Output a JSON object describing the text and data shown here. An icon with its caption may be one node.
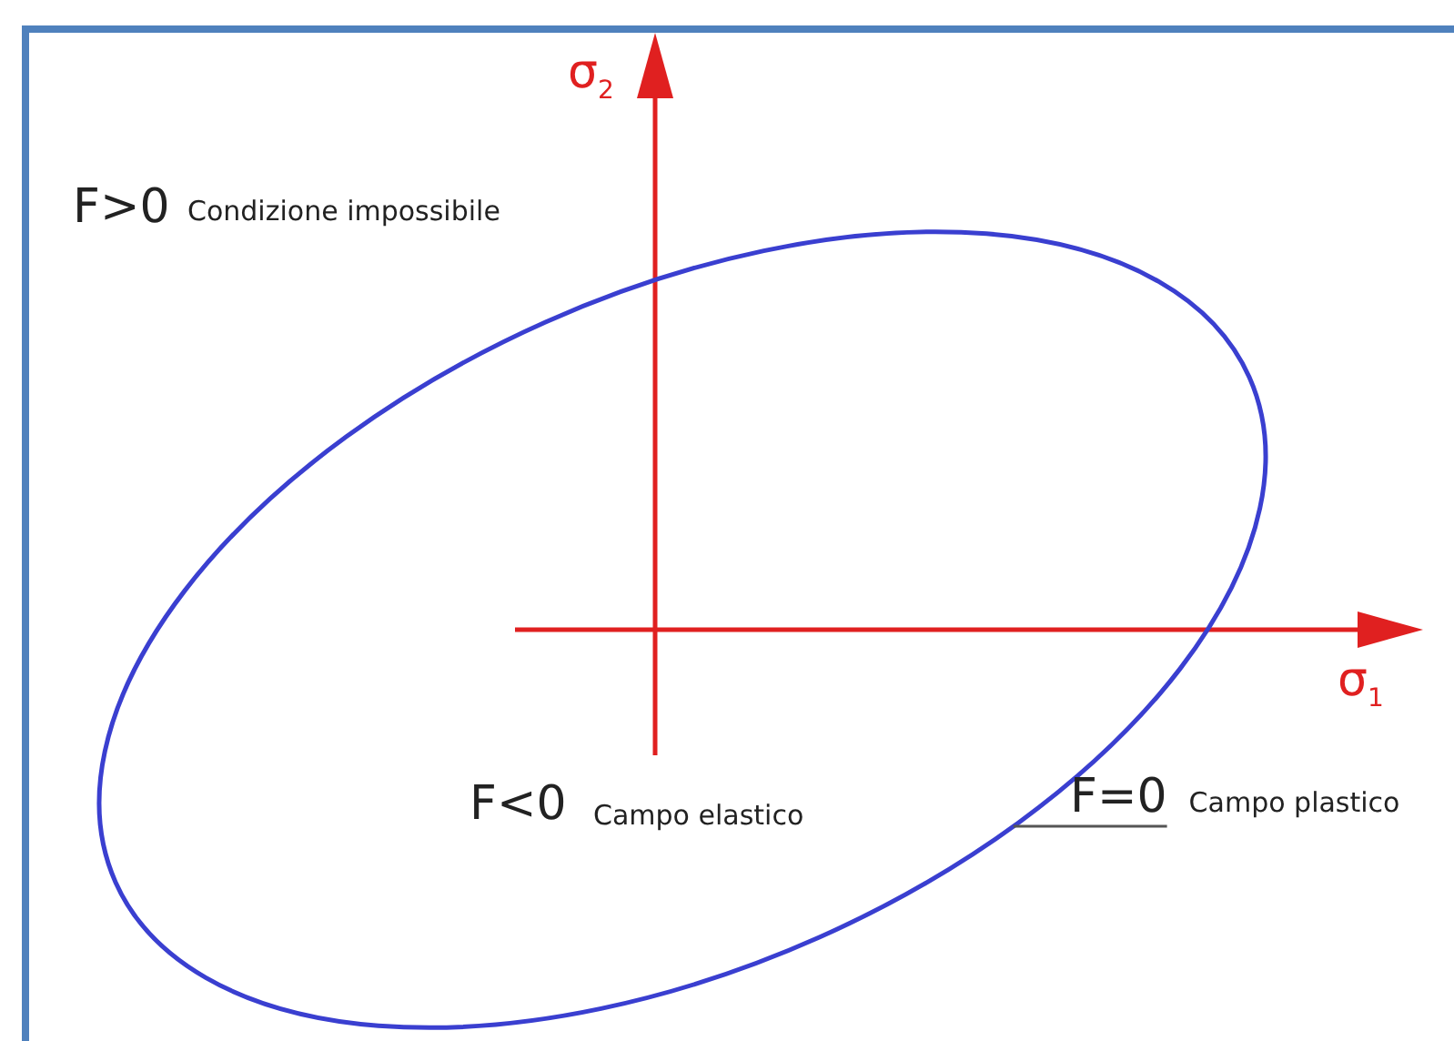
{
  "diagram": {
    "nodes": [
      {
        "text": [
          "F=0",
          "Campo plastico"
        ]
      },
      {
        "text": [],
        "shape": "ellipse"
      }
    ],
    "edges": [
      {
        "from": 0,
        "to": 1,
        "arrow": "none"
      }
    ],
    "labels": [
      "σ$_{2}$",
      "F>0",
      "Condizione impossibile",
      "σ$_{1}$",
      "F<0",
      "Campo elastico"
    ]
  }
}
